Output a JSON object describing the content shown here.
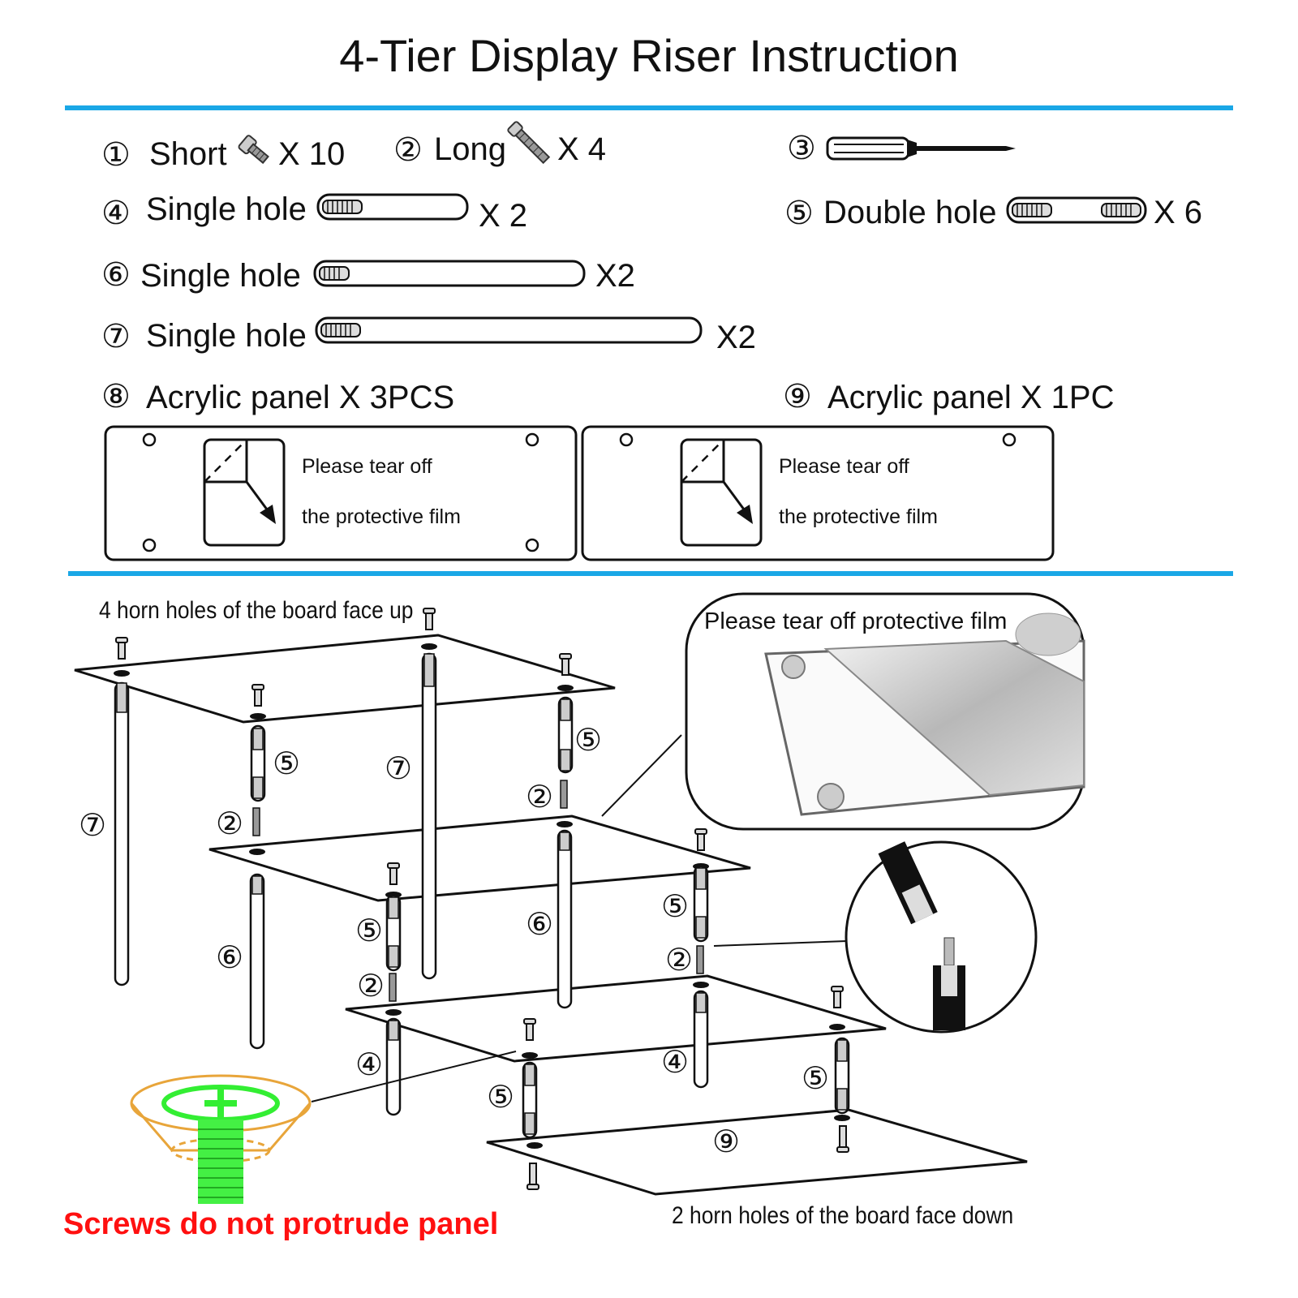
{
  "title": "4-Tier Display Riser Instruction",
  "parts": {
    "p1": {
      "num": "①",
      "name": "Short",
      "qty": "X 10",
      "icon": "short-screw-icon"
    },
    "p2": {
      "num": "②",
      "name": "Long",
      "qty": "X  4",
      "icon": "long-screw-icon"
    },
    "p3": {
      "num": "③",
      "icon": "screwdriver-icon"
    },
    "p4": {
      "num": "④",
      "name": "Single hole",
      "qty": "X 2",
      "icon": "single-hole-rod-icon"
    },
    "p5": {
      "num": "⑤",
      "name": "Double hole",
      "qty": "X 6",
      "icon": "double-hole-rod-icon"
    },
    "p6": {
      "num": "⑥",
      "name": "Single hole",
      "qty": "X2",
      "icon": "single-hole-rod-icon"
    },
    "p7": {
      "num": "⑦",
      "name": "Single hole",
      "qty": "X2",
      "icon": "single-hole-rod-icon"
    },
    "p8": {
      "num": "⑧",
      "name": "Acrylic panel X 3PCS"
    },
    "p9": {
      "num": "⑨",
      "name": "Acrylic panel X 1PC"
    }
  },
  "panel_note": {
    "line1": "Please tear off",
    "line2": "the protective film"
  },
  "diagram": {
    "top_note": "4 horn holes of the board face up",
    "film_note": "Please tear off protective film",
    "bottom_note": "2 horn holes of the board face down",
    "warning": "Screws do not protrude panel",
    "labels": [
      "⑤",
      "⑦",
      "⑤",
      "②",
      "⑦",
      "②",
      "⑥",
      "⑤",
      "⑥",
      "⑤",
      "②",
      "②",
      "④",
      "④",
      "⑤",
      "⑤",
      "⑨"
    ]
  },
  "colors": {
    "accent": "#1aa7e6",
    "warning": "#ff1010",
    "highlight": "#33ee33",
    "outline": "#e8a53a"
  }
}
